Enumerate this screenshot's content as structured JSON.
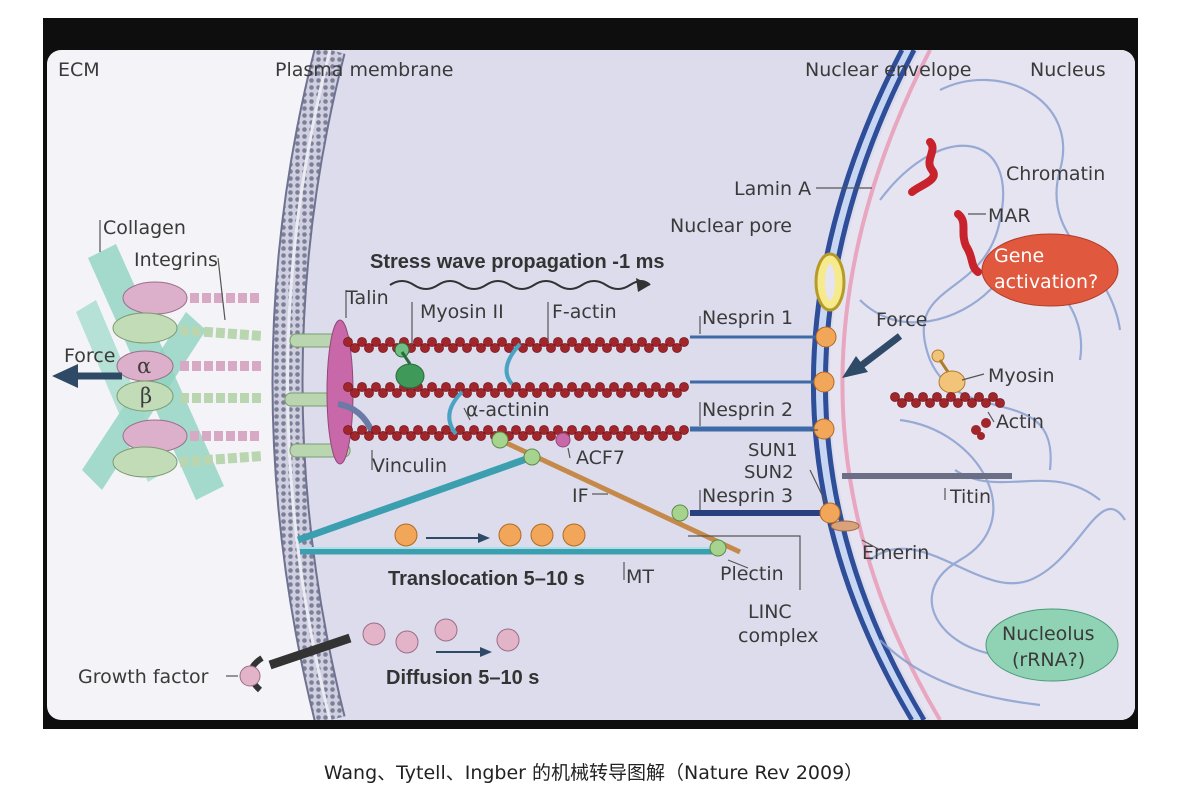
{
  "labels": {
    "ecm": "ECM",
    "plasma_membrane": "Plasma membrane",
    "nuclear_envelope": "Nuclear envelope",
    "nucleus": "Nucleus",
    "collagen": "Collagen",
    "integrins": "Integrins",
    "force_left": "Force",
    "alpha": "α",
    "beta": "β",
    "stress_wave": "Stress wave propagation -1 ms",
    "talin": "Talin",
    "myosin_ii": "Myosin II",
    "f_actin": "F-actin",
    "alpha_actinin": "α-actinin",
    "vinculin": "Vinculin",
    "acf7": "ACF7",
    "if": "IF",
    "translocation": "Translocation 5–10 s",
    "mt": "MT",
    "growth_factor": "Growth factor",
    "diffusion": "Diffusion 5–10 s",
    "lamin_a": "Lamin A",
    "nuclear_pore": "Nuclear pore",
    "nesprin1": "Nesprin 1",
    "nesprin2": "Nesprin 2",
    "nesprin3": "Nesprin 3",
    "sun1": "SUN1",
    "sun2": "SUN2",
    "plectin": "Plectin",
    "linc_1": "LINC",
    "linc_2": "complex",
    "chromatin": "Chromatin",
    "mar": "MAR",
    "gene_1": "Gene",
    "gene_2": "activation?",
    "force_right": "Force",
    "myosin": "Myosin",
    "actin": "Actin",
    "titin": "Titin",
    "emerin": "Emerin",
    "nucleolus_1": "Nucleolus",
    "nucleolus_2": "(rRNA?)"
  },
  "caption": "Wang、Tytell、Ingber 的机械转导图解（Nature Rev 2009）",
  "colors": {
    "cytoplasm": "#dcdcec",
    "ecm": "#f4f4f8",
    "nucleoplasm": "#e4e2f0",
    "actin_bead": "#a0262c",
    "integrin_alpha": "#d7a9c4",
    "integrin_beta": "#b9d6b0",
    "collagen": "#8fd3c0",
    "nuclear_envelope": "#2f4e9a",
    "sun_protein": "#f2a65a",
    "chromatin": "#7f96c9",
    "gene_oval": "#e0583e",
    "nucleolus": "#8fd3b4",
    "mar": "#c8232c"
  }
}
